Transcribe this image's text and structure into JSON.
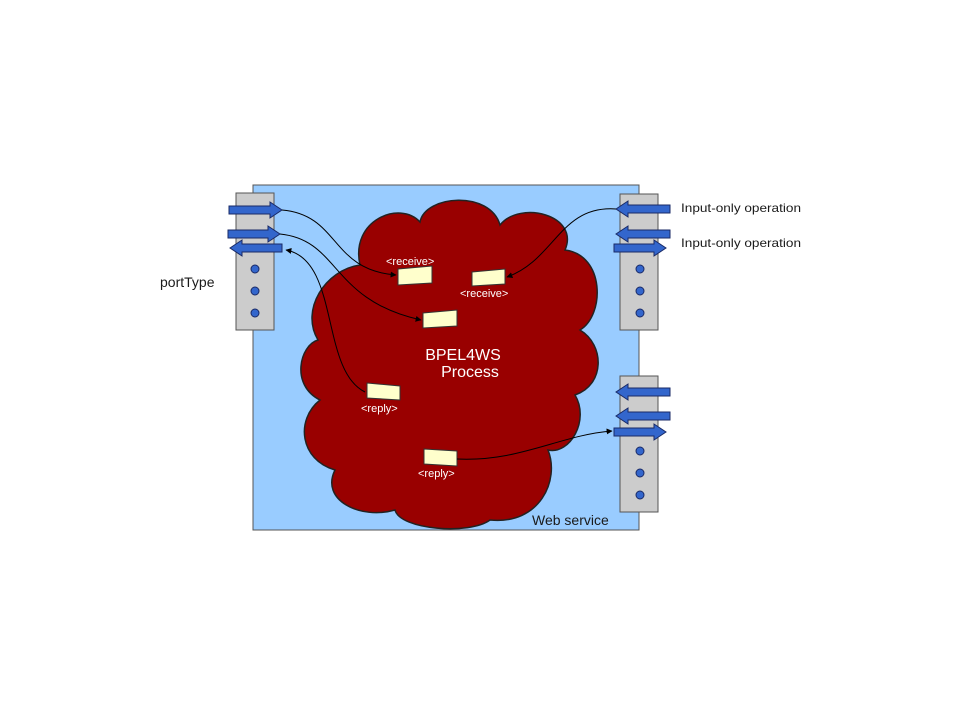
{
  "diagram": {
    "container_label": "Web service",
    "process_label_line1": "BPEL4WS",
    "process_label_line2": "Process",
    "porttype_label": "portType",
    "operations": [
      "Input-only operation",
      "Input-only operation"
    ],
    "activities": [
      "<receive>",
      "<receive>",
      "<reply>",
      "<reply>"
    ]
  },
  "colors": {
    "service_fill": "#99ccff",
    "process_fill": "#990000",
    "port_fill": "#cccccc",
    "arrow_fill": "#3366cc",
    "activity_fill": "#ffffcc"
  }
}
